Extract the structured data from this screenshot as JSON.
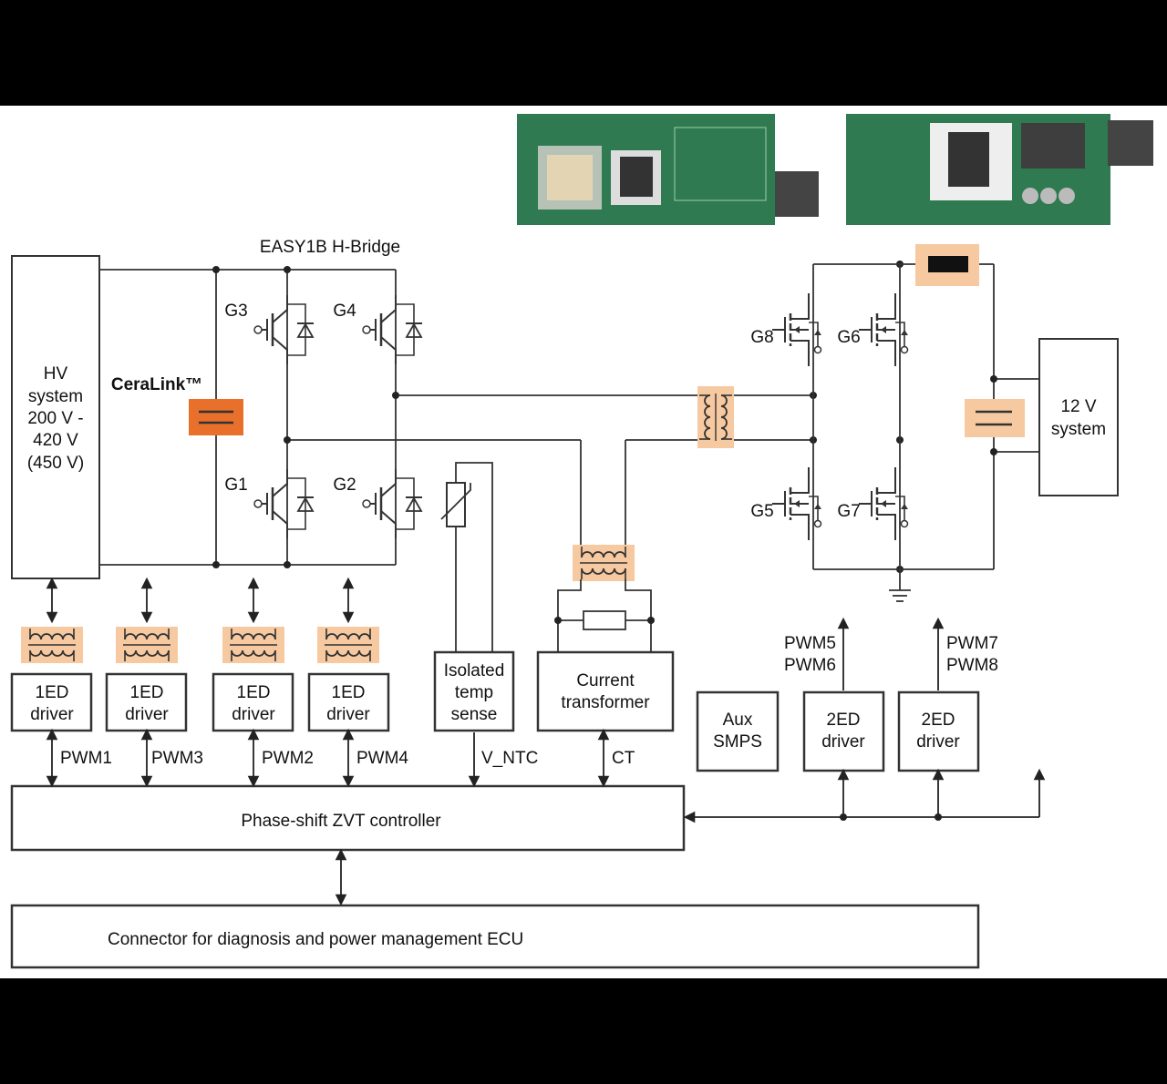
{
  "colors": {
    "background": "#000000",
    "panel": "#ffffff",
    "line": "#333333",
    "highlight": "#f7c9a0",
    "ceralink": "#e8702a",
    "pcb_green": "#2f7a50"
  },
  "photos": {
    "left": "pcb-photo",
    "right": "pcb-photo"
  },
  "labels": {
    "bridge_title": "EASY1B H-Bridge",
    "ceralink": "CeraLink™",
    "hv": [
      "HV",
      "system",
      "200 V -",
      "420 V",
      "(450 V)"
    ],
    "lv": [
      "12 V",
      "system"
    ],
    "gates": {
      "g1": "G1",
      "g2": "G2",
      "g3": "G3",
      "g4": "G4",
      "g5": "G5",
      "g6": "G6",
      "g7": "G7",
      "g8": "G8"
    },
    "driver1": [
      "1ED",
      "driver"
    ],
    "driver2": [
      "2ED",
      "driver"
    ],
    "iso": [
      "Isolated",
      "temp",
      "sense"
    ],
    "ct_box": [
      "Current",
      "transformer"
    ],
    "aux": [
      "Aux",
      "SMPS"
    ],
    "pwm1": "PWM1",
    "pwm2": "PWM2",
    "pwm3": "PWM3",
    "pwm4": "PWM4",
    "pwm56": [
      "PWM5",
      "PWM6"
    ],
    "pwm78": [
      "PWM7",
      "PWM8"
    ],
    "vntc": "V_NTC",
    "ct": "CT",
    "controller": "Phase-shift ZVT controller",
    "connector": "Connector for diagnosis and power management ECU"
  }
}
